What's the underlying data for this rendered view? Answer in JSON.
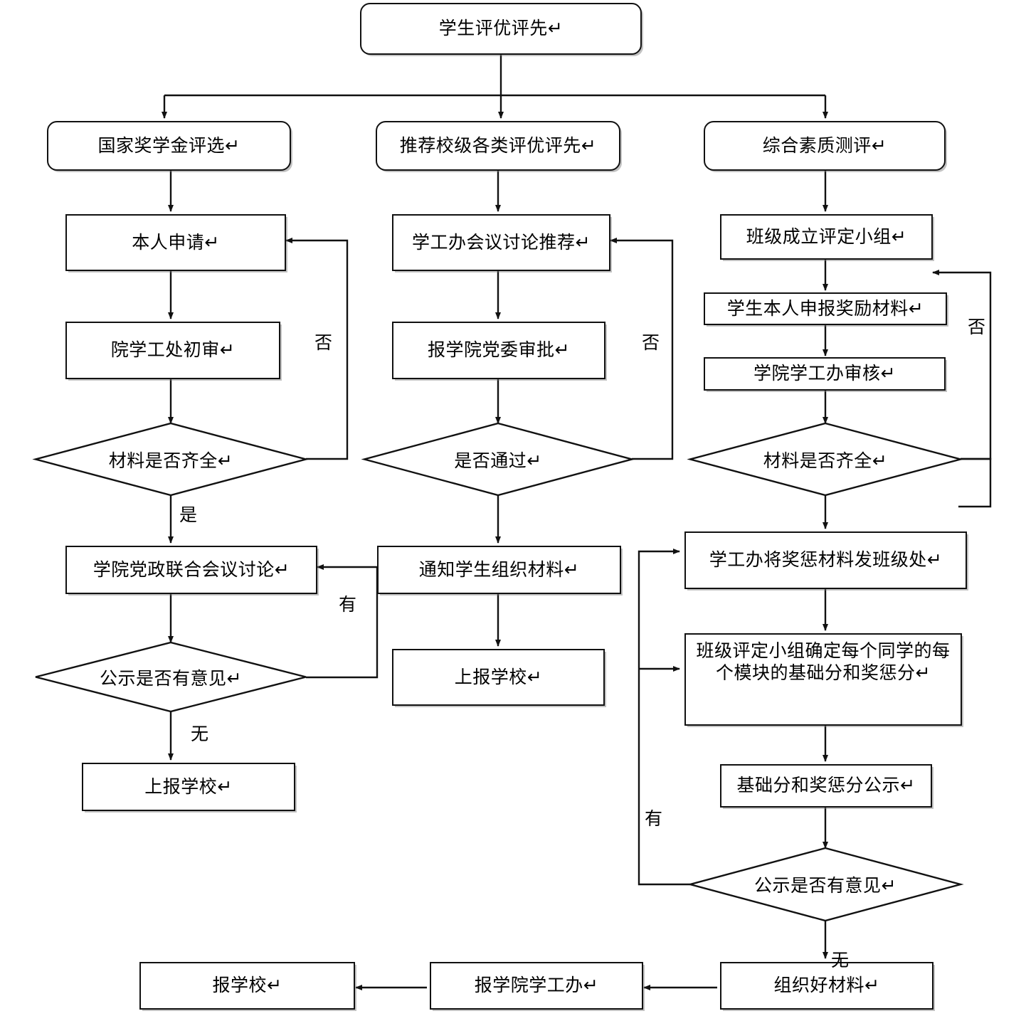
{
  "diagram": {
    "title_node": {
      "label": "学生评优评先↵"
    },
    "branches": [
      {
        "label": "国家奖学金评选↵"
      },
      {
        "label": "推荐校级各类评优评先↵"
      },
      {
        "label": "综合素质测评↵"
      }
    ],
    "column_left": {
      "step1": "本人申请↵",
      "step2": "院学工处初审↵",
      "decision1": "材料是否齐全↵",
      "decision1_no": "否",
      "decision1_yes": "是",
      "step3": "学院党政联合会议讨论↵",
      "decision2": "公示是否有意见↵",
      "decision2_yes": "有",
      "decision2_no": "无",
      "step4": "上报学校↵"
    },
    "column_middle": {
      "step1": "学工办会议讨论推荐↵",
      "step2": "报学院党委审批↵",
      "decision1": "是否通过↵",
      "decision1_no": "否",
      "step3": "通知学生组织材料↵",
      "step4": "上报学校↵"
    },
    "column_right": {
      "step1": "班级成立评定小组↵",
      "step2": "学生本人申报奖励材料↵",
      "step3": "学院学工办审核↵",
      "decision1": "材料是否齐全↵",
      "decision1_no": "否",
      "step4": "学工办将奖惩材料发班级处↵",
      "step5": "班级评定小组确定每个同学的每个模块的基础分和奖惩分↵",
      "step6": "基础分和奖惩分公示↵",
      "decision2": "公示是否有意见↵",
      "decision2_yes": "有",
      "decision2_no": "无",
      "step7": "组织好材料↵"
    },
    "footer": {
      "step1": "报学校↵",
      "step2": "报学院学工办↵"
    },
    "colors": {
      "stroke": "#111111",
      "fill": "#ffffff",
      "text": "#000000"
    }
  }
}
